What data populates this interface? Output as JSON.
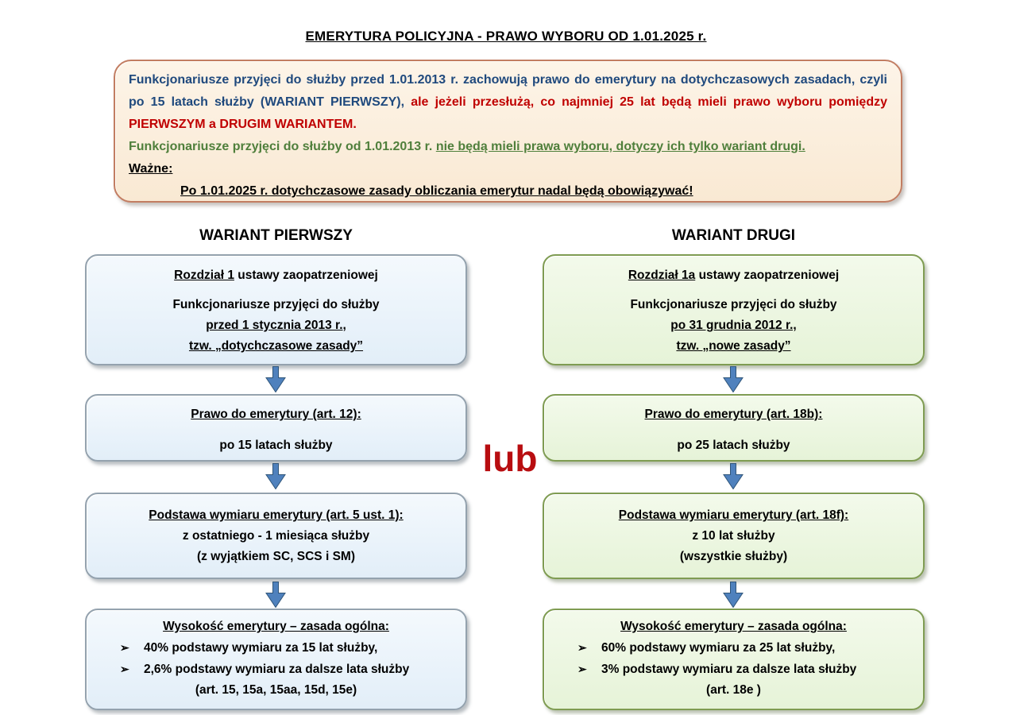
{
  "title": "EMERYTURA POLICYJNA - PRAWO WYBORU OD 1.01.2025 r.",
  "connector": "lub",
  "bullet_char": "➢",
  "colors": {
    "intro_box_fill": "#fbeedd",
    "intro_box_border": "#c27d62",
    "blue_text": "#1f497d",
    "red_text": "#c00000",
    "green_text": "#4f7f3b",
    "box_blue_fill": "#e9f2fa",
    "box_blue_border": "#94a2ae",
    "box_green_fill": "#edf7e3",
    "box_green_border": "#7f9c52",
    "arrow_fill": "#4f81bd",
    "connector_red": "#b80d10"
  },
  "intro_box": {
    "para1_blue": "Funkcjonariusze przyjęci do służby przed 1.01.2013 r. zachowują prawo do emerytury na dotychczasowych zasadach, czyli po 15 latach służby (WARIANT PIERWSZY),",
    "para1_red": " ale jeżeli przesłużą, co najmniej 25 lat będą mieli prawo wyboru pomiędzy PIERWSZYM a DRUGIM WARIANTEM.",
    "para2_green": "Funkcjonariusze przyjęci do służby od 1.01.2013 r. ",
    "para2_green_underline": "nie będą mieli prawa wyboru, dotyczy ich tylko wariant drugi.",
    "wazne_label": "Ważne:",
    "wazne_text": "Po 1.01.2025 r. dotychczasowe zasady obliczania emerytur nadal będą obowiązywać!"
  },
  "variant1": {
    "header": "WARIANT PIERWSZY",
    "box1": {
      "line1_underline": "Rozdział 1",
      "line1_rest": " ustawy zaopatrzeniowej",
      "line2": "Funkcjonariusze przyjęci do służby",
      "line3_underline": "przed 1 stycznia 2013 r.,",
      "line4_underline": "tzw. „dotychczasowe zasady”"
    },
    "box2": {
      "heading": "Prawo do emerytury (art. 12):",
      "body": "po 15 latach służby"
    },
    "box3": {
      "heading": "Podstawa wymiaru emerytury (art. 5 ust. 1):",
      "line2": "z ostatniego - 1 miesiąca służby",
      "line3": "(z wyjątkiem SC, SCS i SM)"
    },
    "box4": {
      "heading": "Wysokość emerytury – zasada ogólna:",
      "bullet1": "40% podstawy wymiaru za 15 lat służby,",
      "bullet2": "2,6% podstawy wymiaru za dalsze lata służby",
      "line3": "(art. 15, 15a, 15aa, 15d, 15e)"
    }
  },
  "variant2": {
    "header": "WARIANT DRUGI",
    "box1": {
      "line1_underline": "Rozdział 1a",
      "line1_rest": " ustawy zaopatrzeniowej",
      "line2": "Funkcjonariusze przyjęci do służby",
      "line3_underline": "po 31 grudnia 2012 r.,",
      "line4_underline": "tzw. „nowe zasady”"
    },
    "box2": {
      "heading": "Prawo do emerytury (art. 18b):",
      "body": "po 25 latach służby"
    },
    "box3": {
      "heading": "Podstawa wymiaru emerytury (art. 18f):",
      "line2": "z 10 lat służby",
      "line3": "(wszystkie służby)"
    },
    "box4": {
      "heading": "Wysokość emerytury – zasada ogólna:",
      "bullet1": "60% podstawy wymiaru za 25 lat służby,",
      "bullet2": "3% podstawy wymiaru za dalsze lata służby",
      "line3": "(art. 18e )"
    }
  }
}
